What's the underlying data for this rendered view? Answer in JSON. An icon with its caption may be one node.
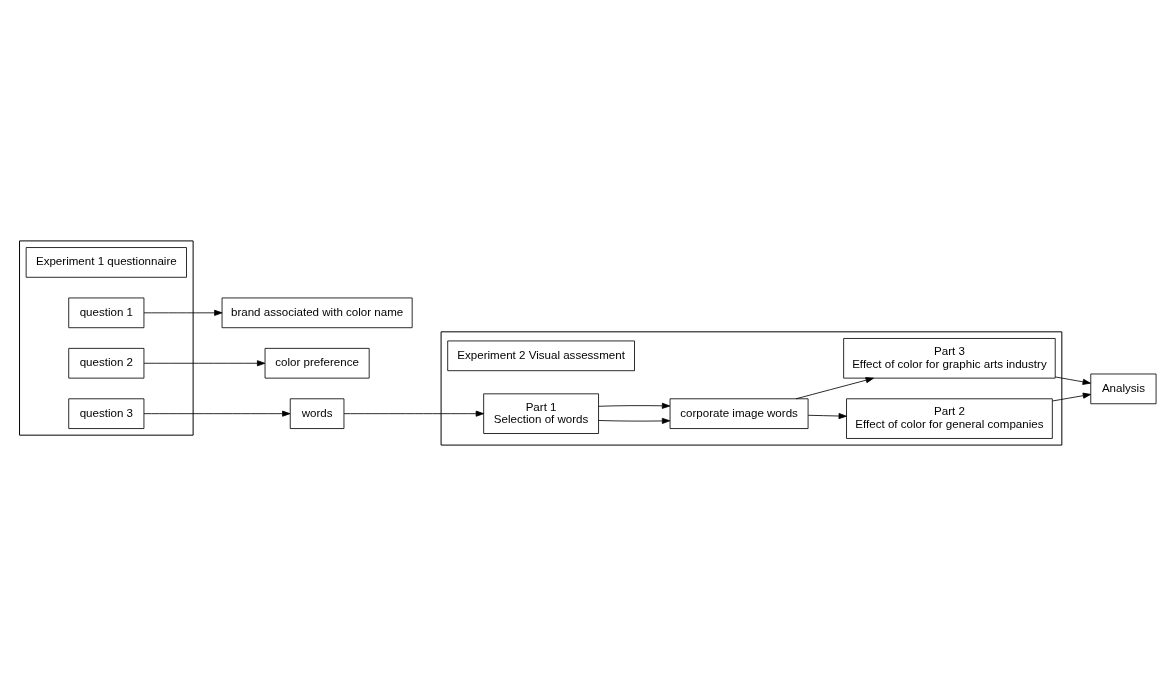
{
  "diagram": {
    "nodes": [
      {
        "text": [],
        "shape": "box"
      },
      {
        "text": [
          "Experiment 1 questionnaire"
        ],
        "in": 0
      },
      {
        "text": [
          "question 1"
        ],
        "in": 0
      },
      {
        "text": [
          "question 2"
        ],
        "in": 0
      },
      {
        "text": [
          "question 3"
        ],
        "in": 0
      },
      {
        "text": [
          "brand associated with color name"
        ]
      },
      {
        "text": [
          "color preference"
        ]
      },
      {
        "text": [
          "words"
        ]
      },
      {
        "text": [],
        "shape": "box"
      },
      {
        "text": [
          "Experiment 2 Visual assessment"
        ],
        "in": 8
      },
      {
        "text": [
          "Part 1",
          "Selection of words"
        ],
        "in": 8
      },
      {
        "text": [
          "corporate image words"
        ],
        "in": 8
      },
      {
        "text": [
          "Part 2",
          "Effect of color for general companies"
        ],
        "in": 8
      },
      {
        "text": [
          "Part 3",
          "Effect of color for graphic arts industry"
        ],
        "in": 8
      },
      {
        "text": [
          "Analysis"
        ]
      }
    ],
    "edges": [
      {
        "from": 2,
        "to": 5,
        "arrow": "to"
      },
      {
        "from": 3,
        "to": 6,
        "arrow": "to"
      },
      {
        "from": 4,
        "to": 7,
        "arrow": "to"
      },
      {
        "from": 7,
        "to": 10,
        "arrow": "to"
      },
      {
        "from": 10,
        "to": 11,
        "arrow": "to"
      },
      {
        "from": 10,
        "to": 11,
        "arrow": "to"
      },
      {
        "from": 11,
        "to": 12,
        "arrow": "to"
      },
      {
        "from": 11,
        "to": 13,
        "arrow": "to"
      },
      {
        "from": 12,
        "to": 14,
        "arrow": "to"
      },
      {
        "from": 13,
        "to": 14,
        "arrow": "to"
      }
    ]
  }
}
